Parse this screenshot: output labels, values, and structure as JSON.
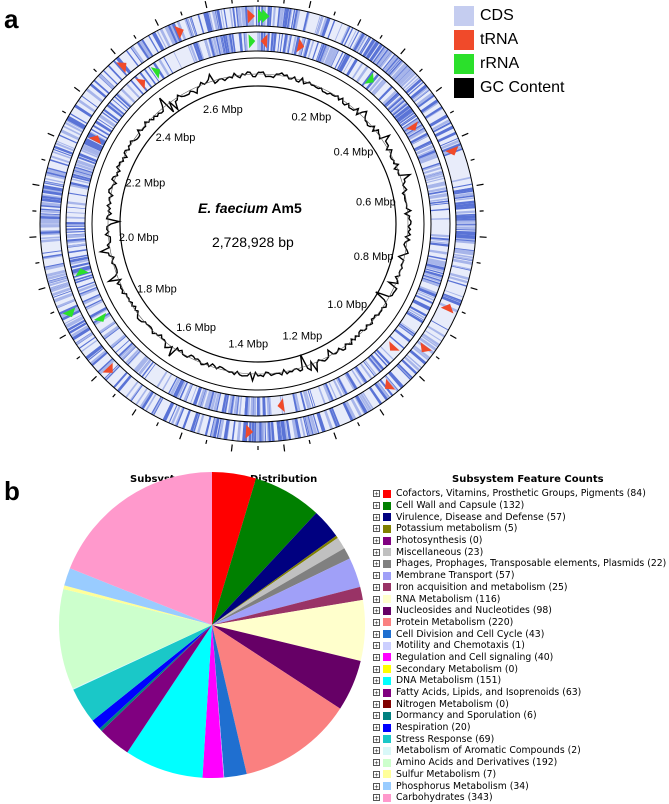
{
  "panel_labels": {
    "a": "a",
    "b": "b"
  },
  "genome": {
    "organism_italic": "E. faecium",
    "organism_strain": " Am5",
    "size_value": "2,728,928",
    "size_unit": "bp",
    "ring_labels": [
      "0.2 Mbp",
      "0.4 Mbp",
      "0.6 Mbp",
      "0.8 Mbp",
      "1.0 Mbp",
      "1.2 Mbp",
      "1.4 Mbp",
      "1.6 Mbp",
      "1.8 Mbp",
      "2.0 Mbp",
      "2.2 Mbp",
      "2.4 Mbp",
      "2.6 Mbp"
    ],
    "legend": [
      {
        "label": "CDS",
        "color": "#c5cdf0"
      },
      {
        "label": "tRNA",
        "color": "#f04a2a"
      },
      {
        "label": "rRNA",
        "color": "#2be02b"
      },
      {
        "label": "GC Content",
        "color": "#000000"
      }
    ]
  },
  "subsystems": {
    "pie_title": "Subsystem Category Distribution",
    "list_title": "Subsystem Feature Counts"
  },
  "chart_data": {
    "type": "pie",
    "title": "Subsystem Category Distribution",
    "categories": [
      {
        "label": "Cofactors, Vitamins, Prosthetic Groups, Pigments (84)",
        "value": 84,
        "color": "#ff0000"
      },
      {
        "label": "Cell Wall and Capsule (132)",
        "value": 132,
        "color": "#008000"
      },
      {
        "label": "Virulence, Disease and Defense (57)",
        "value": 57,
        "color": "#000080"
      },
      {
        "label": "Potassium metabolism (5)",
        "value": 5,
        "color": "#808000"
      },
      {
        "label": "Photosynthesis (0)",
        "value": 0,
        "color": "#800080"
      },
      {
        "label": "Miscellaneous (23)",
        "value": 23,
        "color": "#c0c0c0"
      },
      {
        "label": "Phages, Prophages, Transposable elements, Plasmids (22)",
        "value": 22,
        "color": "#808080"
      },
      {
        "label": "Membrane Transport (57)",
        "value": 57,
        "color": "#a0a0f8"
      },
      {
        "label": "Iron acquisition and metabolism (25)",
        "value": 25,
        "color": "#993366"
      },
      {
        "label": "RNA Metabolism (116)",
        "value": 116,
        "color": "#ffffcc"
      },
      {
        "label": "Nucleosides and Nucleotides (98)",
        "value": 98,
        "color": "#660066"
      },
      {
        "label": "Protein Metabolism (220)",
        "value": 220,
        "color": "#fa8080"
      },
      {
        "label": "Cell Division and Cell Cycle (43)",
        "value": 43,
        "color": "#1f6fd0"
      },
      {
        "label": "Motility and Chemotaxis (1)",
        "value": 1,
        "color": "#cccfff"
      },
      {
        "label": "Regulation and Cell signaling (40)",
        "value": 40,
        "color": "#ff00ff"
      },
      {
        "label": "Secondary Metabolism (0)",
        "value": 0,
        "color": "#ffff00"
      },
      {
        "label": "DNA Metabolism (151)",
        "value": 151,
        "color": "#00ffff"
      },
      {
        "label": "Fatty Acids, Lipids, and Isoprenoids (63)",
        "value": 63,
        "color": "#800080"
      },
      {
        "label": "Nitrogen Metabolism (0)",
        "value": 0,
        "color": "#800000"
      },
      {
        "label": "Dormancy and Sporulation (6)",
        "value": 6,
        "color": "#008080"
      },
      {
        "label": "Respiration (20)",
        "value": 20,
        "color": "#0000ff"
      },
      {
        "label": "Stress Response (69)",
        "value": 69,
        "color": "#1ac8c8"
      },
      {
        "label": "Metabolism of Aromatic Compounds (2)",
        "value": 2,
        "color": "#d8f8f8"
      },
      {
        "label": "Amino Acids and Derivatives (192)",
        "value": 192,
        "color": "#ccffcc"
      },
      {
        "label": "Sulfur Metabolism (7)",
        "value": 7,
        "color": "#ffff99"
      },
      {
        "label": "Phosphorus Metabolism (34)",
        "value": 34,
        "color": "#99ccff"
      },
      {
        "label": "Carbohydrates (343)",
        "value": 343,
        "color": "#ff99cc"
      }
    ]
  }
}
